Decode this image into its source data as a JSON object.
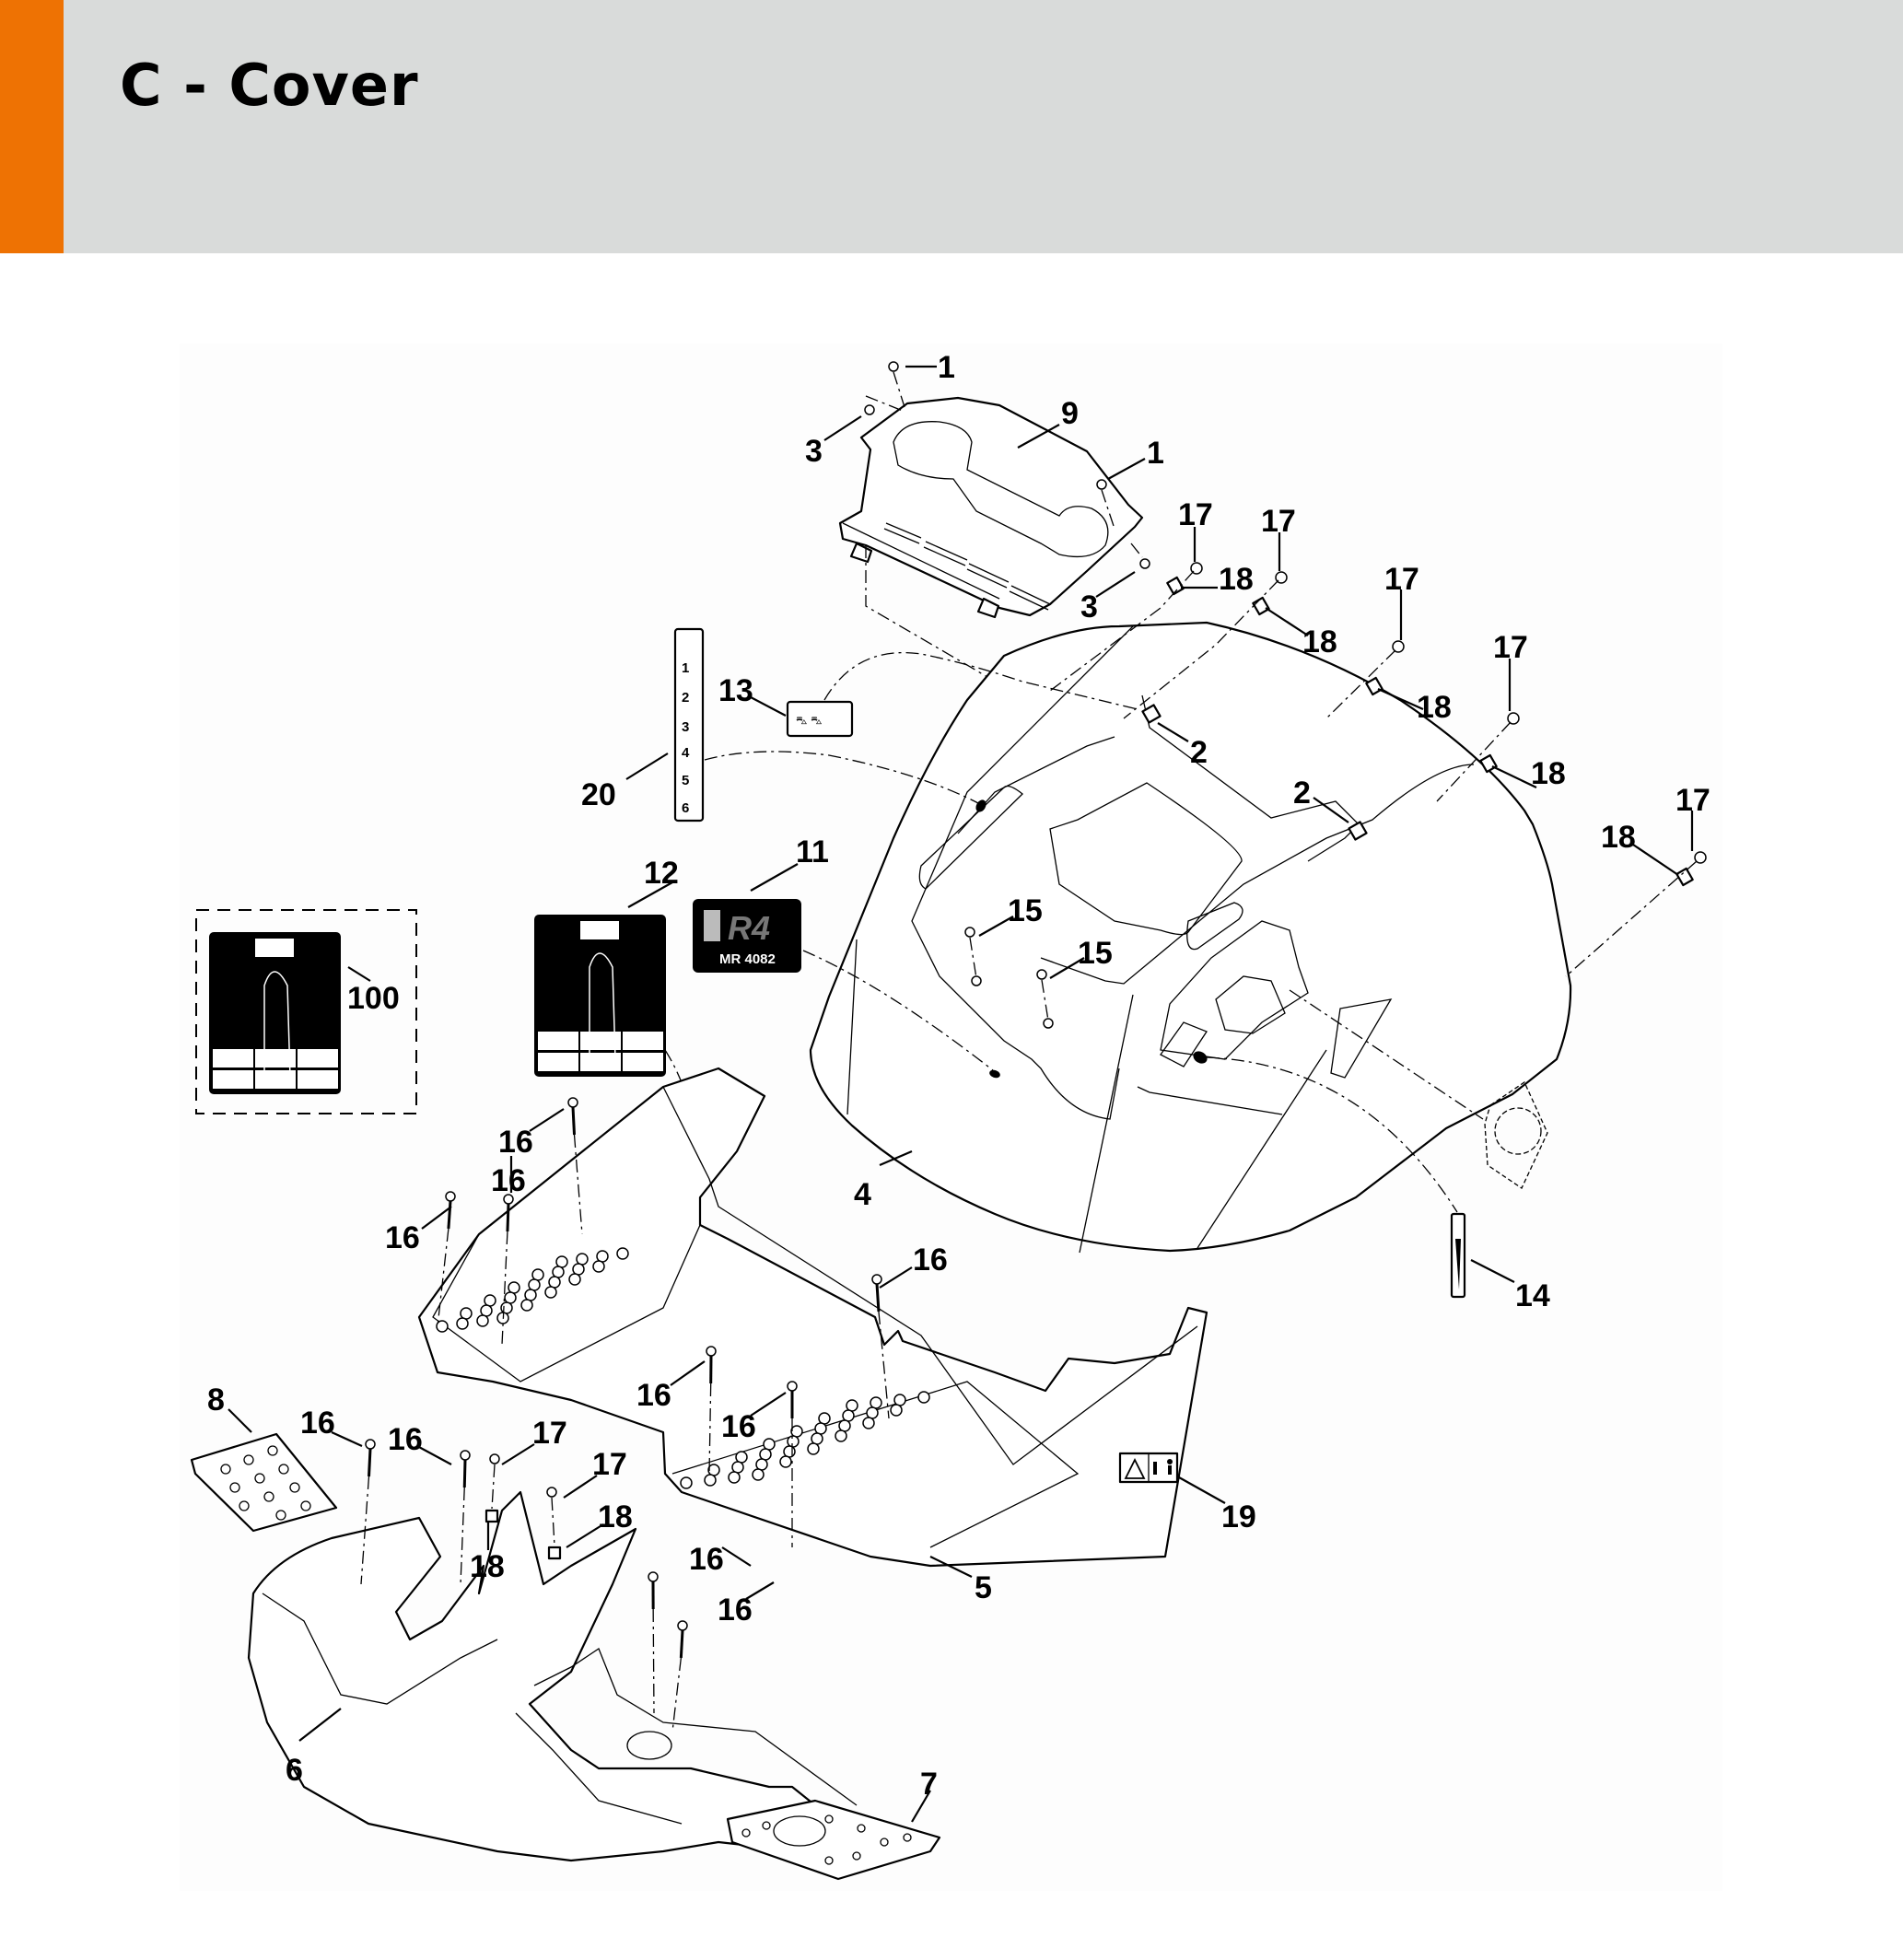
{
  "header": {
    "title": "C - Cover",
    "accent_color": "#ee7203",
    "background_color": "#d9dbda"
  },
  "diagram": {
    "subject": "Exploded parts view of ride-on mower cover assembly",
    "callouts": [
      {
        "id": "c1a",
        "label": "1"
      },
      {
        "id": "c9",
        "label": "9"
      },
      {
        "id": "c3a",
        "label": "3"
      },
      {
        "id": "c1b",
        "label": "1"
      },
      {
        "id": "c3b",
        "label": "3"
      },
      {
        "id": "c17a",
        "label": "17"
      },
      {
        "id": "c17b",
        "label": "17"
      },
      {
        "id": "c17c",
        "label": "17"
      },
      {
        "id": "c17d",
        "label": "17"
      },
      {
        "id": "c17e",
        "label": "17"
      },
      {
        "id": "c18a",
        "label": "18"
      },
      {
        "id": "c18b",
        "label": "18"
      },
      {
        "id": "c18c",
        "label": "18"
      },
      {
        "id": "c18d",
        "label": "18"
      },
      {
        "id": "c18e",
        "label": "18"
      },
      {
        "id": "c2a",
        "label": "2"
      },
      {
        "id": "c2b",
        "label": "2"
      },
      {
        "id": "c13",
        "label": "13"
      },
      {
        "id": "c20",
        "label": "20"
      },
      {
        "id": "c11",
        "label": "11"
      },
      {
        "id": "c12",
        "label": "12"
      },
      {
        "id": "c100",
        "label": "100"
      },
      {
        "id": "c15a",
        "label": "15"
      },
      {
        "id": "c15b",
        "label": "15"
      },
      {
        "id": "c4",
        "label": "4"
      },
      {
        "id": "c14",
        "label": "14"
      },
      {
        "id": "c16a",
        "label": "16"
      },
      {
        "id": "c16b",
        "label": "16"
      },
      {
        "id": "c16c",
        "label": "16"
      },
      {
        "id": "c16d",
        "label": "16"
      },
      {
        "id": "c16e",
        "label": "16"
      },
      {
        "id": "c16f",
        "label": "16"
      },
      {
        "id": "c16g",
        "label": "16"
      },
      {
        "id": "c16h",
        "label": "16"
      },
      {
        "id": "c16i",
        "label": "16"
      },
      {
        "id": "c16j",
        "label": "16"
      },
      {
        "id": "c8",
        "label": "8"
      },
      {
        "id": "c17f",
        "label": "17"
      },
      {
        "id": "c17g",
        "label": "17"
      },
      {
        "id": "c18f",
        "label": "18"
      },
      {
        "id": "c18g",
        "label": "18"
      },
      {
        "id": "c19",
        "label": "19"
      },
      {
        "id": "c5",
        "label": "5"
      },
      {
        "id": "c6",
        "label": "6"
      },
      {
        "id": "c7",
        "label": "7"
      }
    ],
    "decal_11": {
      "logo": "R4",
      "model": "MR 4082"
    },
    "decal_20": {
      "rows": [
        "1",
        "2",
        "3",
        "4",
        "5",
        "6"
      ]
    }
  }
}
